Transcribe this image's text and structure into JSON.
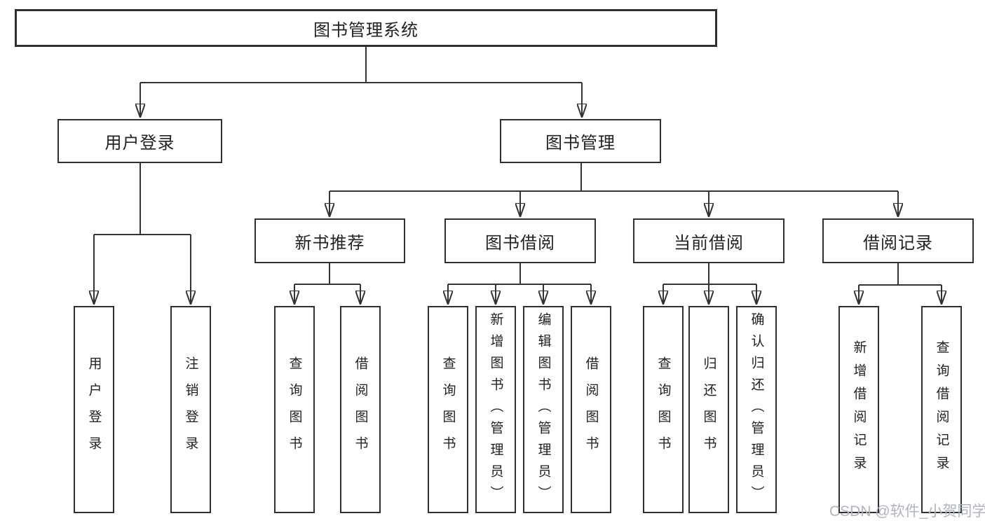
{
  "diagram": {
    "root": {
      "label": "图书管理系统"
    },
    "level2": [
      {
        "label": "用户登录",
        "parent": "图书管理系统"
      },
      {
        "label": "图书管理",
        "parent": "图书管理系统"
      }
    ],
    "level3": [
      {
        "label": "新书推荐",
        "parent": "图书管理"
      },
      {
        "label": "图书借阅",
        "parent": "图书管理"
      },
      {
        "label": "当前借阅",
        "parent": "图书管理"
      },
      {
        "label": "借阅记录",
        "parent": "图书管理"
      }
    ],
    "leaves": [
      {
        "label": "用户登录",
        "parent": "用户登录"
      },
      {
        "label": "注销登录",
        "parent": "用户登录"
      },
      {
        "label": "查询图书",
        "parent": "新书推荐"
      },
      {
        "label": "借阅图书",
        "parent": "新书推荐"
      },
      {
        "label": "查询图书",
        "parent": "图书借阅"
      },
      {
        "label": "新增图书（管理员）",
        "parent": "图书借阅"
      },
      {
        "label": "编辑图书（管理员）",
        "parent": "图书借阅"
      },
      {
        "label": "借阅图书",
        "parent": "图书借阅"
      },
      {
        "label": "查询图书",
        "parent": "当前借阅"
      },
      {
        "label": "归还图书",
        "parent": "当前借阅"
      },
      {
        "label": "确认归还（管理员）",
        "parent": "当前借阅"
      },
      {
        "label": "新增借阅记录",
        "parent": "借阅记录"
      },
      {
        "label": "查询借阅记录",
        "parent": "借阅记录"
      }
    ]
  },
  "watermark": {
    "text": "CSDN @软件_小贺同学"
  },
  "colors": {
    "line": "#333333",
    "box_border": "#2f2f2f",
    "box_fill": "#ffffff",
    "text": "#222222",
    "watermark_text": "#b0b4bc"
  }
}
